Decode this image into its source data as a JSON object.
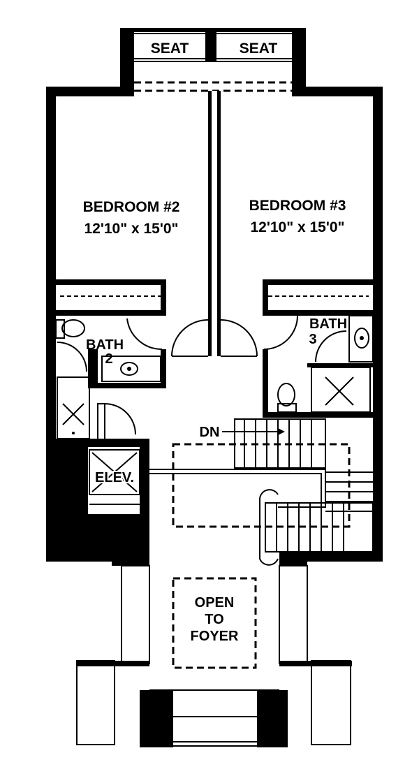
{
  "rooms": {
    "seat_left": "SEAT",
    "seat_right": "SEAT",
    "bedroom2_name": "BEDROOM #2",
    "bedroom2_size": "12'10\" x 15'0\"",
    "bedroom3_name": "BEDROOM #3",
    "bedroom3_size": "12'10\" x 15'0\"",
    "bath2_name": "BATH",
    "bath2_num": "2",
    "bath3_name": "BATH",
    "bath3_num": "3",
    "elevator": "ELEV.",
    "stair_dn": "DN",
    "open_line1": "OPEN",
    "open_line2": "TO",
    "open_line3": "FOYER"
  }
}
